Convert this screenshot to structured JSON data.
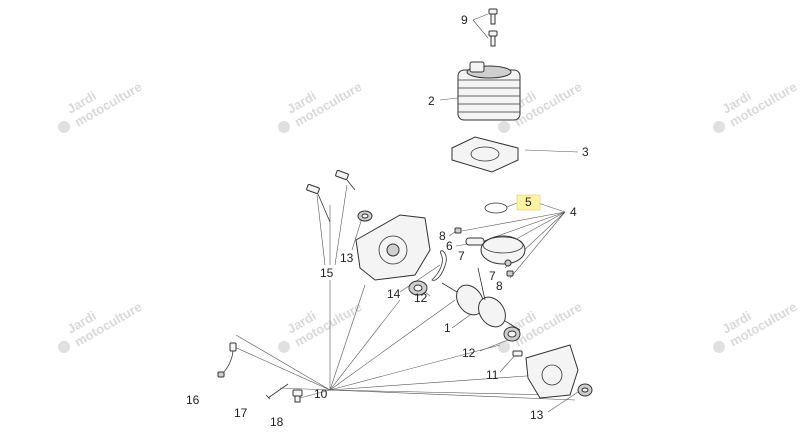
{
  "callouts": {
    "c9": "9",
    "c2": "2",
    "c3": "3",
    "c5": "5",
    "c4": "4",
    "c8a": "8",
    "c6": "6",
    "c7a": "7",
    "c7b": "7",
    "c8b": "8",
    "c13a": "13",
    "c15": "15",
    "c14": "14",
    "c12a": "12",
    "c1": "1",
    "c12b": "12",
    "c11": "11",
    "c13b": "13",
    "c10": "10",
    "c16": "16",
    "c17": "17",
    "c18": "18"
  },
  "highlight_color": "#fff3a6",
  "watermark": {
    "line1": "Jardi",
    "line2": "motoculture"
  }
}
